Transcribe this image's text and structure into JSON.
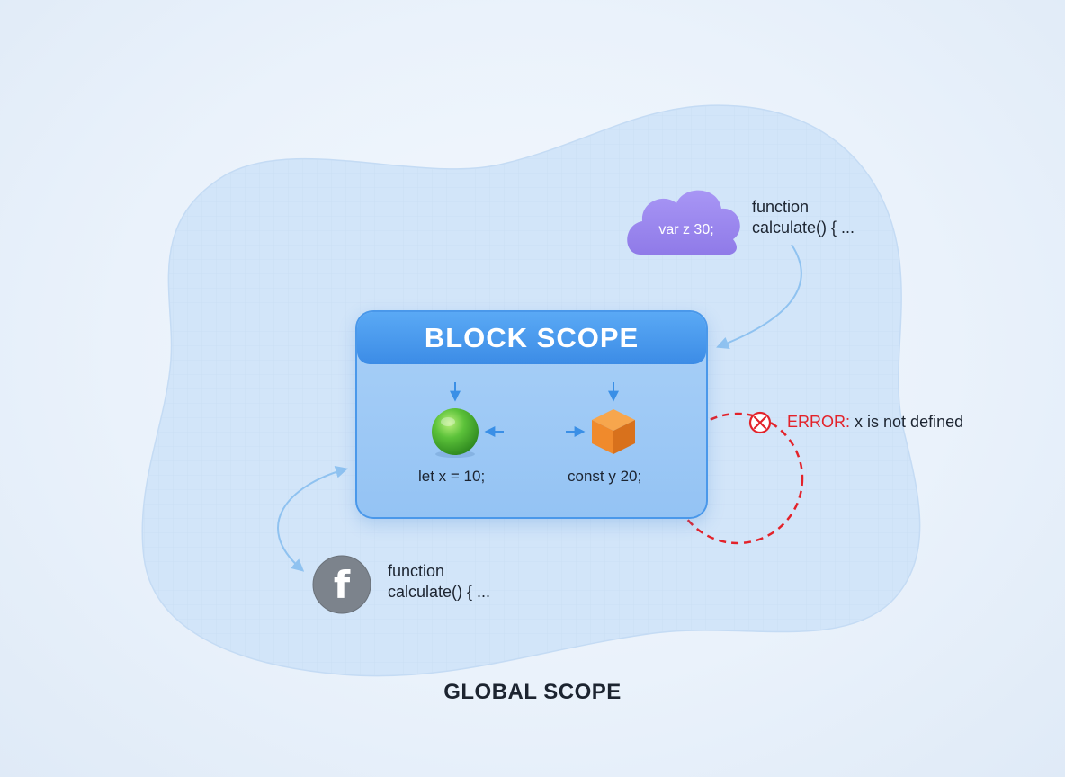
{
  "block_scope": {
    "title": "BLOCK SCOPE"
  },
  "global_scope": {
    "title": "GLOBAL SCOPE"
  },
  "variables": {
    "let_label": "let x = 10;",
    "const_label": "const y 20;"
  },
  "cloud": {
    "text": "var z 30;"
  },
  "function_top": {
    "line1": "function",
    "line2": "calculate() { ..."
  },
  "function_bottom": {
    "line1": "function",
    "line2": "calculate() { ...",
    "icon_letter": "f"
  },
  "error": {
    "prefix": "ERROR:",
    "message": "x is not defined"
  },
  "colors": {
    "block_header": "#3c8ce6",
    "block_body": "#a9d0f7",
    "cloud": "#9b86f0",
    "error": "#e3222a",
    "sphere": "#4bb634",
    "cube": "#f08a2c",
    "function_icon": "#7c838c"
  },
  "icons": [
    "green-sphere",
    "orange-cube",
    "cloud-shape",
    "function-icon",
    "error-icon",
    "arrow-icon"
  ]
}
